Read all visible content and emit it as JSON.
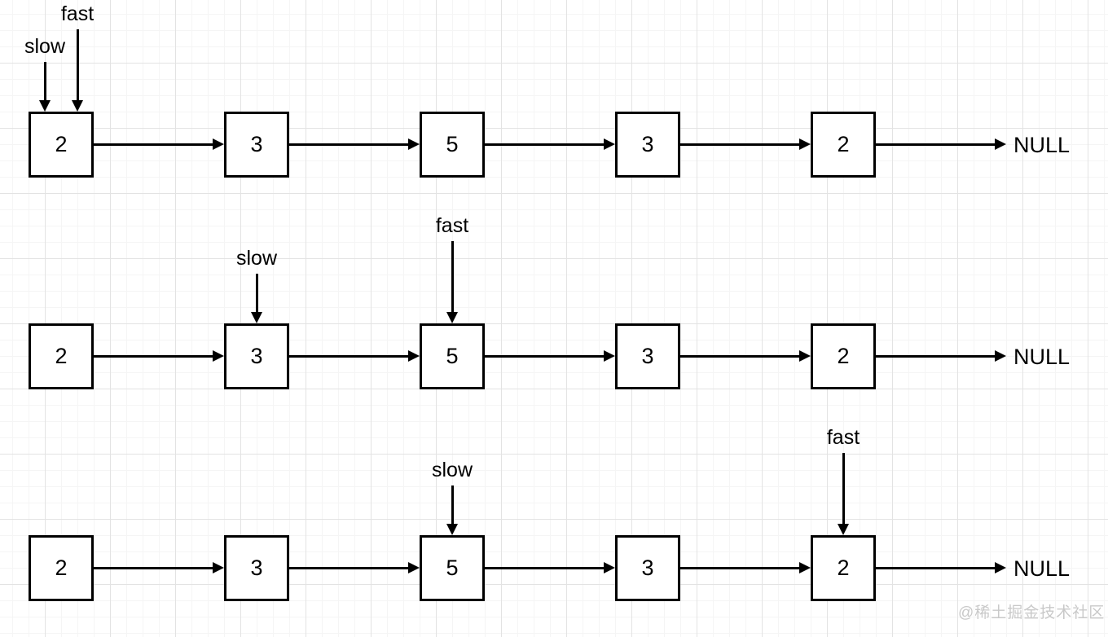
{
  "diagram": {
    "null_label": "NULL",
    "rows": [
      {
        "nodes": [
          "2",
          "3",
          "5",
          "3",
          "2"
        ],
        "pointers": [
          {
            "label": "slow",
            "node_index": 0
          },
          {
            "label": "fast",
            "node_index": 0
          }
        ]
      },
      {
        "nodes": [
          "2",
          "3",
          "5",
          "3",
          "2"
        ],
        "pointers": [
          {
            "label": "slow",
            "node_index": 1
          },
          {
            "label": "fast",
            "node_index": 2
          }
        ]
      },
      {
        "nodes": [
          "2",
          "3",
          "5",
          "3",
          "2"
        ],
        "pointers": [
          {
            "label": "slow",
            "node_index": 2
          },
          {
            "label": "fast",
            "node_index": 4
          }
        ]
      }
    ]
  },
  "watermark": {
    "text": "@稀土掘金技术社区"
  }
}
